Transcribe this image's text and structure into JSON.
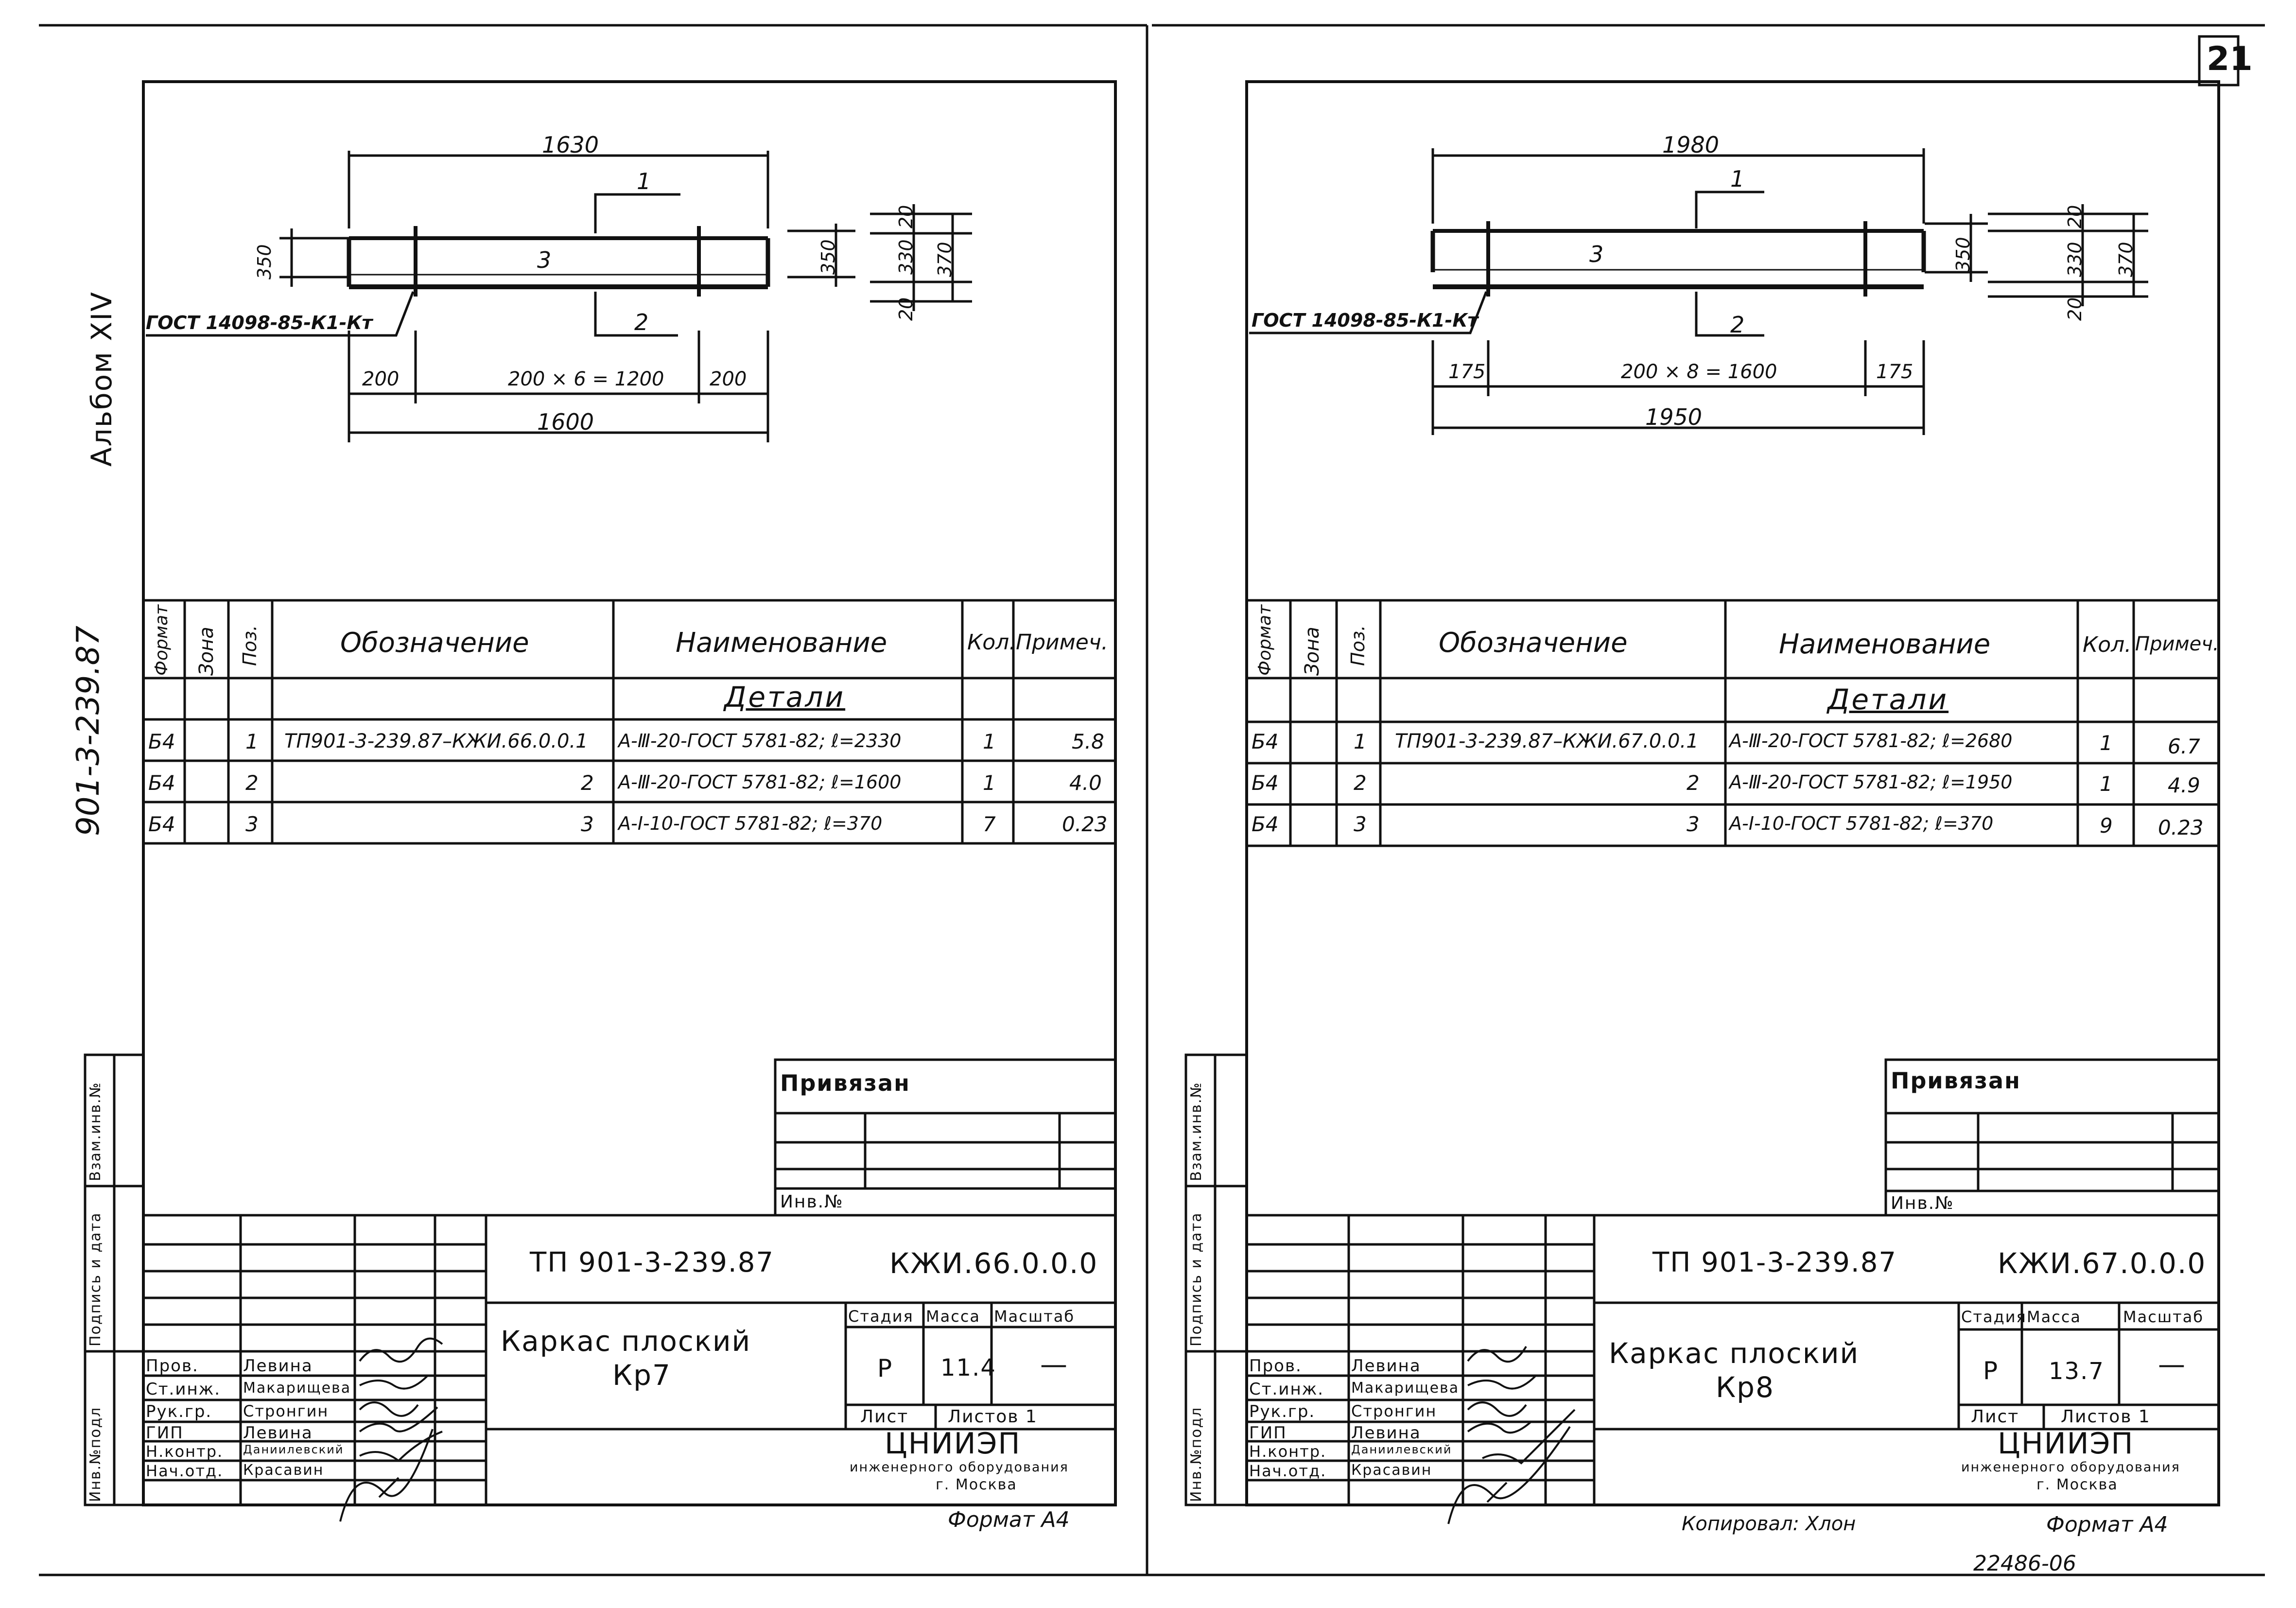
{
  "page_number": "21",
  "album_label": "Альбом XIV",
  "album_code": "901-3-239.87",
  "side_stamp": {
    "vzam": "Взам.инв.№",
    "podpis": "Подпись и дата",
    "inv": "Инв.№подл"
  },
  "sheets": [
    {
      "drawing": {
        "top_dim": "1630",
        "pos1": "1",
        "pos2": "2",
        "pos3": "3",
        "dim_350": "350",
        "dim_350r": "350",
        "dim_20a": "20",
        "dim_330": "330",
        "dim_20b": "20",
        "dim_370": "370",
        "gost": "ГОСТ 14098-85-К1-Кт",
        "spacing_left": "200",
        "spacing_mid": "200 × 6 = 1200",
        "spacing_right": "200",
        "bottom_dim": "1600"
      },
      "table": {
        "headers": {
          "format": "Формат",
          "zone": "Зона",
          "pos": "Поз.",
          "designation": "Обозначение",
          "name": "Наименование",
          "qty": "Кол.",
          "note": "Примеч."
        },
        "section": "Детали",
        "rows": [
          {
            "format": "Б4",
            "pos": "1",
            "designation": "ТП901-3-239.87–КЖИ.66.0.0.1",
            "name": "А-Ⅲ-20-ГОСТ 5781-82; ℓ=2330",
            "qty": "1",
            "note": "5.8"
          },
          {
            "format": "Б4",
            "pos": "2",
            "designation": "2",
            "name": "А-Ⅲ-20-ГОСТ 5781-82; ℓ=1600",
            "qty": "1",
            "note": "4.0"
          },
          {
            "format": "Б4",
            "pos": "3",
            "designation": "3",
            "name": "А-Ⅰ-10-ГОСТ 5781-82; ℓ=370",
            "qty": "7",
            "note": "0.23"
          }
        ]
      },
      "stamp": {
        "privyazan": "Привязан",
        "inv_no": "Инв.№",
        "project": "ТП 901-3-239.87",
        "code": "КЖИ.66.0.0.0",
        "title_line1": "Каркас плоский",
        "title_line2": "Кр7",
        "stage_h": "Стадия",
        "mass_h": "Масса",
        "scale_h": "Масштаб",
        "stage": "Р",
        "mass": "11.4",
        "scale": "—",
        "sheet": "Лист",
        "sheets": "Листов 1",
        "org1": "ЦНИИЭП",
        "org2": "инженерного оборудования",
        "org3": "г. Москва",
        "roles": [
          "Пров.",
          "Ст.инж.",
          "Рук.гр.",
          "ГИП",
          "Н.контр.",
          "Нач.отд."
        ],
        "names": [
          "Левина",
          "Макарищева",
          "Стронгин",
          "Левина",
          "Даниилевский",
          "Красавин"
        ],
        "format": "Формат А4"
      }
    },
    {
      "drawing": {
        "top_dim": "1980",
        "pos1": "1",
        "pos2": "2",
        "pos3": "3",
        "dim_350": "350",
        "dim_20a": "20",
        "dim_330": "330",
        "dim_20b": "20",
        "dim_370": "370",
        "gost": "ГОСТ 14098-85-К1-Кт",
        "spacing_left": "175",
        "spacing_mid": "200 × 8 = 1600",
        "spacing_right": "175",
        "bottom_dim": "1950"
      },
      "table": {
        "headers": {
          "format": "Формат",
          "zone": "Зона",
          "pos": "Поз.",
          "designation": "Обозначение",
          "name": "Наименование",
          "qty": "Кол.",
          "note": "Примеч."
        },
        "section": "Детали",
        "rows": [
          {
            "format": "Б4",
            "pos": "1",
            "designation": "ТП901-3-239.87–КЖИ.67.0.0.1",
            "name": "А-Ⅲ-20-ГОСТ 5781-82; ℓ=2680",
            "qty": "1",
            "note": "6.7"
          },
          {
            "format": "Б4",
            "pos": "2",
            "designation": "2",
            "name": "А-Ⅲ-20-ГОСТ 5781-82; ℓ=1950",
            "qty": "1",
            "note": "4.9"
          },
          {
            "format": "Б4",
            "pos": "3",
            "designation": "3",
            "name": "А-Ⅰ-10-ГОСТ 5781-82; ℓ=370",
            "qty": "9",
            "note": "0.23"
          }
        ]
      },
      "stamp": {
        "privyazan": "Привязан",
        "inv_no": "Инв.№",
        "project": "ТП 901-3-239.87",
        "code": "КЖИ.67.0.0.0",
        "title_line1": "Каркас плоский",
        "title_line2": "Кр8",
        "stage_h": "Стадия",
        "mass_h": "Масса",
        "scale_h": "Масштаб",
        "stage": "Р",
        "mass": "13.7",
        "scale": "—",
        "sheet": "Лист",
        "sheets": "Листов 1",
        "org1": "ЦНИИЭП",
        "org2": "инженерного оборудования",
        "org3": "г. Москва",
        "roles": [
          "Пров.",
          "Ст.инж.",
          "Рук.гр.",
          "ГИП",
          "Н.контр.",
          "Нач.отд."
        ],
        "names": [
          "Левина",
          "Макарищева",
          "Стронгин",
          "Левина",
          "Даниилевский",
          "Красавин"
        ],
        "format": "Формат А4"
      }
    }
  ],
  "copied_by": "Копировал: Хлон",
  "archive_no": "22486-06"
}
